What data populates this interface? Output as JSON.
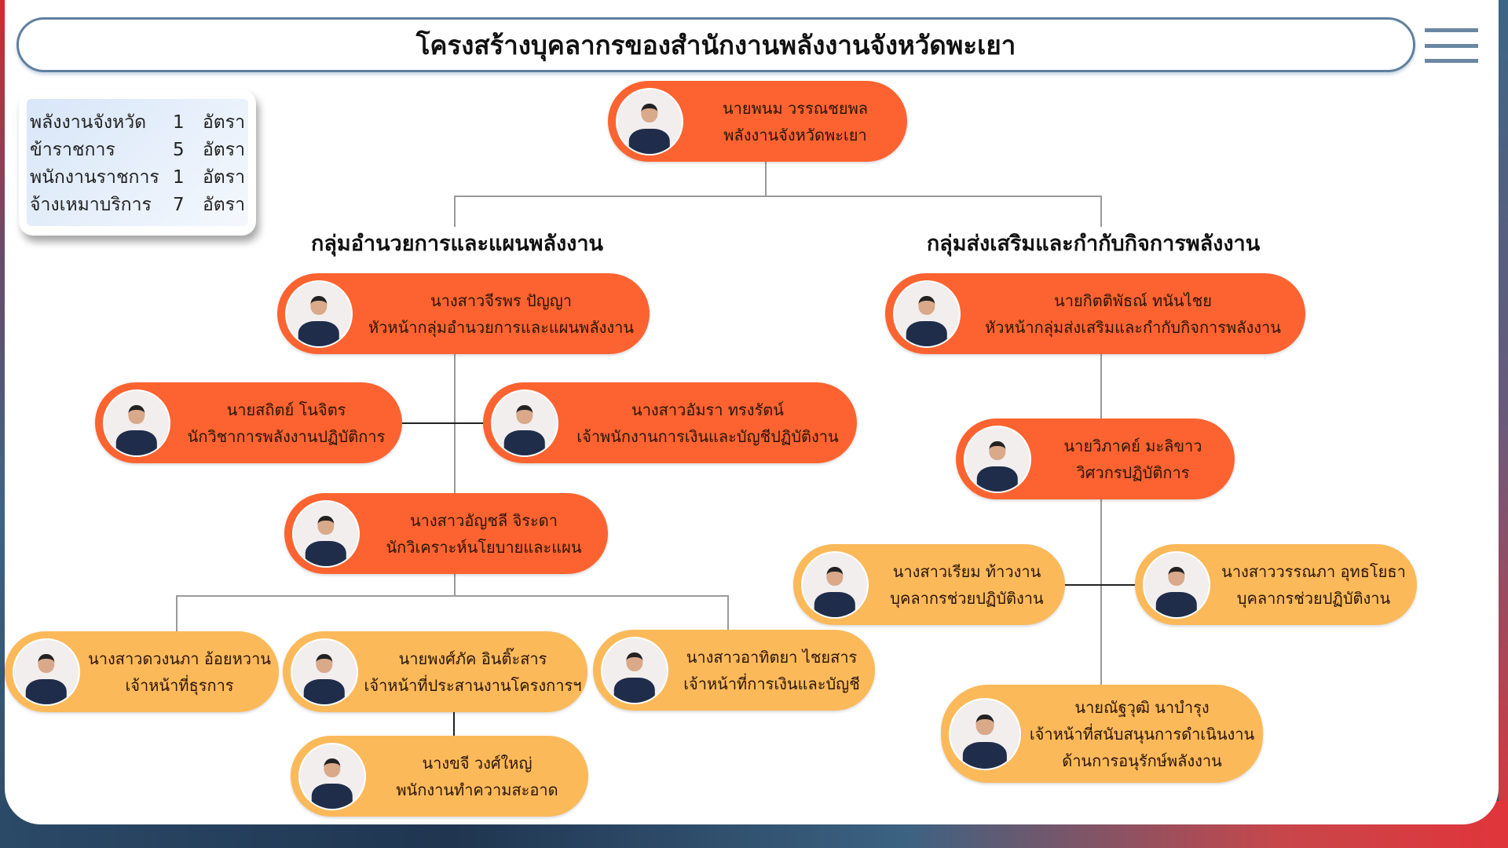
{
  "title": "โครงสร้างบุคลากรของสำนักงานพลังงานจังหวัดพะเยา",
  "stats": [
    {
      "label": "พลังงานจังหวัด",
      "count": "1",
      "unit": "อัตรา"
    },
    {
      "label": "ข้าราชการ",
      "count": "5",
      "unit": "อัตรา"
    },
    {
      "label": "พนักงานราชการ",
      "count": "1",
      "unit": "อัตรา"
    },
    {
      "label": "จ้างเหมาบริการ",
      "count": "7",
      "unit": "อัตรา"
    }
  ],
  "groups": {
    "left": "กลุ่มอำนวยการและแผนพลังงาน",
    "right": "กลุ่มส่งเสริมและกำกับกิจการพลังงาน"
  },
  "colors": {
    "primary": "#fd6330",
    "secondary": "#fcb95a",
    "title_border": "#60809f"
  },
  "nodes": [
    {
      "name": "นายพนม วรรณชยพล",
      "title": "พลังงานจังหวัดพะเยา"
    },
    {
      "name": "นางสาวจีรพร ปัญญา",
      "title": "หัวหน้ากลุ่มอำนวยการและแผนพลังงาน"
    },
    {
      "name": "นายกิตติพัธณ์ ทนันไชย",
      "title": "หัวหน้ากลุ่มส่งเสริมและกำกับกิจการพลังงาน"
    },
    {
      "name": "นายสถิตย์ โนจิตร",
      "title": "นักวิชาการพลังงานปฏิบัติการ"
    },
    {
      "name": "นางสาวอัมรา ทรงรัตน์",
      "title": "เจ้าพนักงานการเงินและบัญชีปฏิบัติงาน"
    },
    {
      "name": "นางสาวอัญชลี จิระดา",
      "title": "นักวิเคราะห์นโยบายและแผน"
    },
    {
      "name": "นางสาวดวงนภา อ้อยหวาน",
      "title": "เจ้าหน้าที่ธุรการ"
    },
    {
      "name": "นายพงศ์ภัค อินติ๊ะสาร",
      "title": "เจ้าหน้าที่ประสานงานโครงการฯ"
    },
    {
      "name": "นางสาวอาทิตยา ไชยสาร",
      "title": "เจ้าหน้าที่การเงินและบัญชี"
    },
    {
      "name": "นางขจี วงศ์ใหญ่",
      "title": "พนักงานทำความสะอาด"
    },
    {
      "name": "นายวิภาคย์ มะลิขาว",
      "title": "วิศวกรปฏิบัติการ"
    },
    {
      "name": "นางสาวเรียม ท้าวงาน",
      "title": "บุคลากรช่วยปฏิบัติงาน"
    },
    {
      "name": "นางสาววรรณภา อุทธโยธา",
      "title": "บุคลากรช่วยปฏิบัติงาน"
    },
    {
      "name": "นายณัฐวุฒิ นาบำรุง",
      "title": "เจ้าหน้าที่สนับสนุนการดำเนินงาน",
      "title2": "ด้านการอนุรักษ์พลังงาน"
    }
  ]
}
